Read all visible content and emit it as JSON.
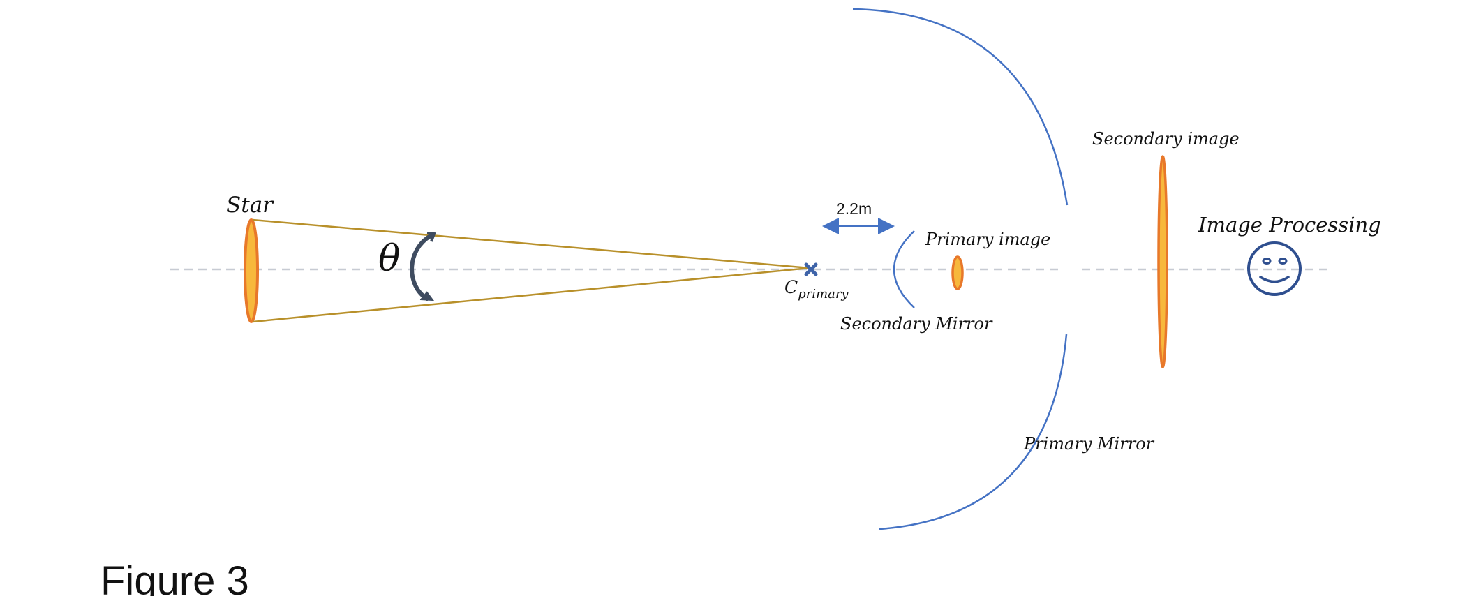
{
  "labels": {
    "star": "Star",
    "theta": "θ",
    "c_primary_main": "C",
    "c_primary_sub": "primary",
    "distance": "2.2m",
    "primary_image": "Primary image",
    "secondary_mirror": "Secondary Mirror",
    "secondary_image": "Secondary image",
    "image_processing": "Image Processing",
    "primary_mirror": "Primary Mirror"
  },
  "caption": "Figure 3",
  "icons": {
    "observer": "smiley-face-icon",
    "center_marker": "cross-marker-icon",
    "rotation": "curved-arrow-icon"
  },
  "colors": {
    "mirror": "#4472c4",
    "ray": "#b8902a",
    "image_fill": "#f7b83c",
    "image_stroke": "#e8782a",
    "axis": "#c7cbd3",
    "arrow_dark": "#3f4c60",
    "marker": "#3e63a8"
  }
}
